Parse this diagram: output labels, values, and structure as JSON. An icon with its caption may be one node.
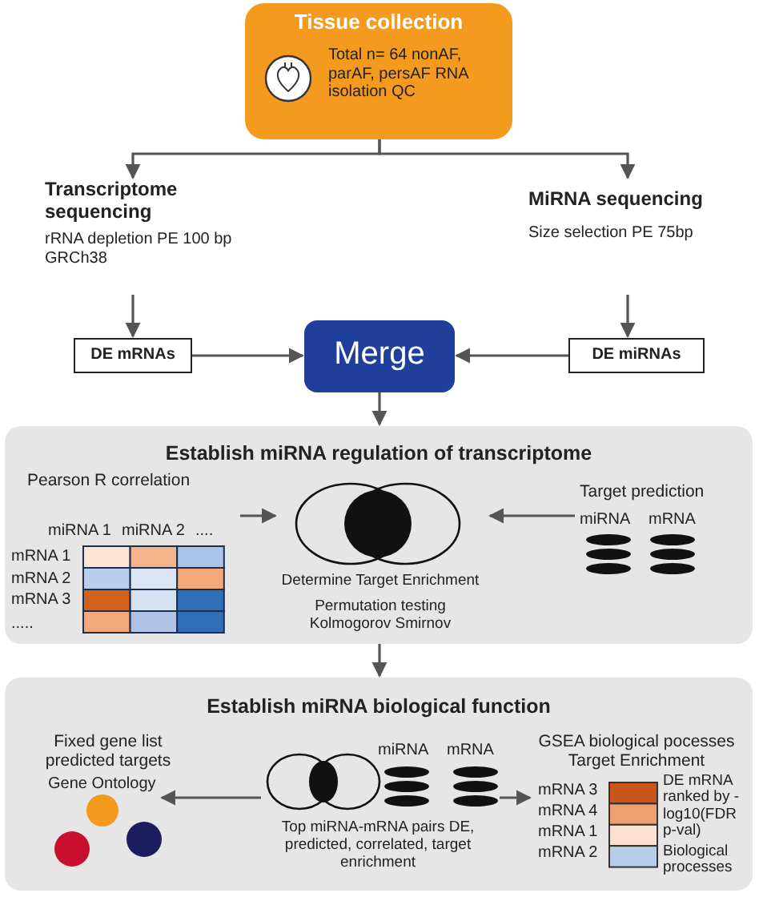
{
  "diagram": {
    "nodes": [
      {
        "text": [
          "Tissue collection",
          "Total n= 64 nonAF, parAF, persAF RNA isolation QC"
        ]
      },
      {
        "text": [
          "Transcriptome sequencing",
          "rRNA depletion PE 100 bp GRCh38"
        ]
      },
      {
        "text": [
          "MiRNA sequencing",
          "Size selection PE 75bp"
        ]
      },
      {
        "text": [
          "DE mRNAs"
        ]
      },
      {
        "text": [
          "Merge"
        ]
      },
      {
        "text": [
          "DE miRNAs"
        ]
      },
      {
        "text": [
          "Establish miRNA regulation of transcriptome"
        ]
      },
      {
        "text": [
          "Pearson R correlation"
        ],
        "in": 6
      },
      {
        "text": [
          "Determine Target Enrichment",
          "Permutation testing Kolmogorov Smirnov"
        ],
        "in": 6
      },
      {
        "text": [
          "Target prediction"
        ],
        "in": 6
      },
      {
        "text": [
          "Establish miRNA biological function"
        ]
      },
      {
        "text": [
          "Fixed gene list predicted targets"
        ],
        "in": 10
      },
      {
        "text": [
          "Top miRNA-mRNA pairs DE, predicted, correlated, target enrichment"
        ],
        "in": 10
      },
      {
        "text": [
          "GSEA biological pocesses Target Enrichment"
        ],
        "in": 10
      }
    ],
    "edges": [
      {
        "from": 0,
        "to": 1,
        "arrow": "to"
      },
      {
        "from": 0,
        "to": 2,
        "arrow": "to"
      },
      {
        "from": 1,
        "to": 3,
        "arrow": "to"
      },
      {
        "from": 2,
        "to": 5,
        "arrow": "to"
      },
      {
        "from": 3,
        "to": 4,
        "arrow": "to"
      },
      {
        "from": 5,
        "to": 4,
        "arrow": "to"
      },
      {
        "from": 4,
        "to": 6,
        "arrow": "to"
      },
      {
        "from": 7,
        "to": 8,
        "arrow": "to"
      },
      {
        "from": 9,
        "to": 8,
        "arrow": "to"
      },
      {
        "from": 6,
        "to": 10,
        "arrow": "to"
      },
      {
        "from": 12,
        "to": 11,
        "arrow": "to"
      },
      {
        "from": 12,
        "to": 13,
        "arrow": "to"
      }
    ],
    "labels": [
      "miRNA 1",
      "miRNA 2",
      "....",
      "mRNA 1",
      "mRNA 2",
      "mRNA 3",
      ".....",
      "miRNA",
      "mRNA",
      "Gene Ontology",
      "miRNA",
      "mRNA",
      "mRNA 3",
      "DE mRNA ranked by -log10(FDR p-val)",
      "mRNA 4",
      "mRNA 1",
      "mRNA 2",
      "Biological processes"
    ]
  }
}
